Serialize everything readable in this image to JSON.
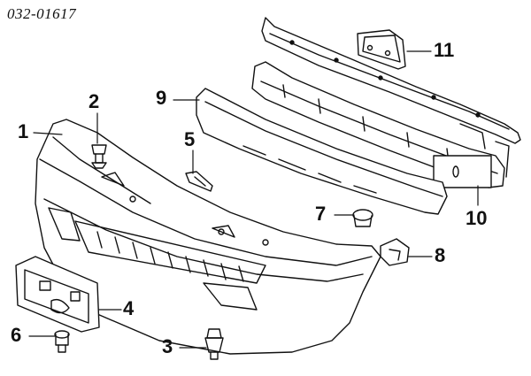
{
  "diagram": {
    "code": "032-01617",
    "callouts": [
      "1",
      "2",
      "3",
      "4",
      "5",
      "6",
      "7",
      "8",
      "9",
      "10",
      "11"
    ]
  }
}
